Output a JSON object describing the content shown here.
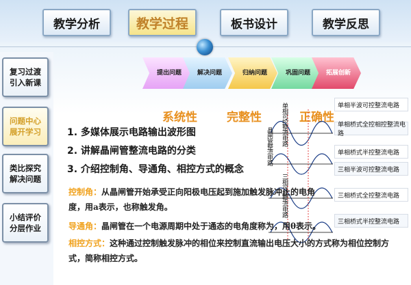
{
  "top_tabs": [
    {
      "label": "教学分析",
      "active": false
    },
    {
      "label": "教学过程",
      "active": true
    },
    {
      "label": "板书设计",
      "active": false
    },
    {
      "label": "教学反思",
      "active": false
    }
  ],
  "sidebar": [
    {
      "label": "复习过渡引入新课",
      "active": false
    },
    {
      "label": "问题中心展开学习",
      "active": true
    },
    {
      "label": "类比探究解决问题",
      "active": false
    },
    {
      "label": "小结评价分层作业",
      "active": false
    }
  ],
  "process_steps": [
    {
      "label": "提出问题"
    },
    {
      "label": "解决问题"
    },
    {
      "label": "归纳问题"
    },
    {
      "label": "巩固问题"
    },
    {
      "label": "拓展创新"
    }
  ],
  "features": [
    "系统性",
    "完整性",
    "正确性"
  ],
  "list": [
    "1.  多媒体展示电路输出波形图",
    "2.  讲解晶闸管整流电路的分类",
    "3.  介绍控制角、导通角、相控方式的概念"
  ],
  "definitions": [
    {
      "term": "控制角：",
      "text": "从晶闸管开始承受正向阳极电压起到施加触发脉冲止的电角度，用a表示，也称触发角。"
    },
    {
      "term": "导通角：",
      "text": "晶闸管在一个电源周期中处于通态的电角度称为，用θ表示。"
    },
    {
      "term": "相控方式：",
      "text": "这种通过控制触发脉冲的相位来控制直流输出电压大小的方式称为相位控制方式，简称相控方式。"
    }
  ],
  "waveform_labels": [
    "晶闸管整流电路",
    "单相可控整流电路",
    "三相可控整流电路"
  ],
  "circuits": [
    "单相半波可控整流电路",
    "单相桥式全控相控整流电路",
    "单相桥式半控整流电路",
    "三相半波可控整流电路",
    "三相桥式全控整流电路",
    "三相桥式半控整流电路"
  ],
  "colors": {
    "accent": "#e8901f",
    "active_tab": "#c0822a",
    "border": "#8aa7c4"
  }
}
